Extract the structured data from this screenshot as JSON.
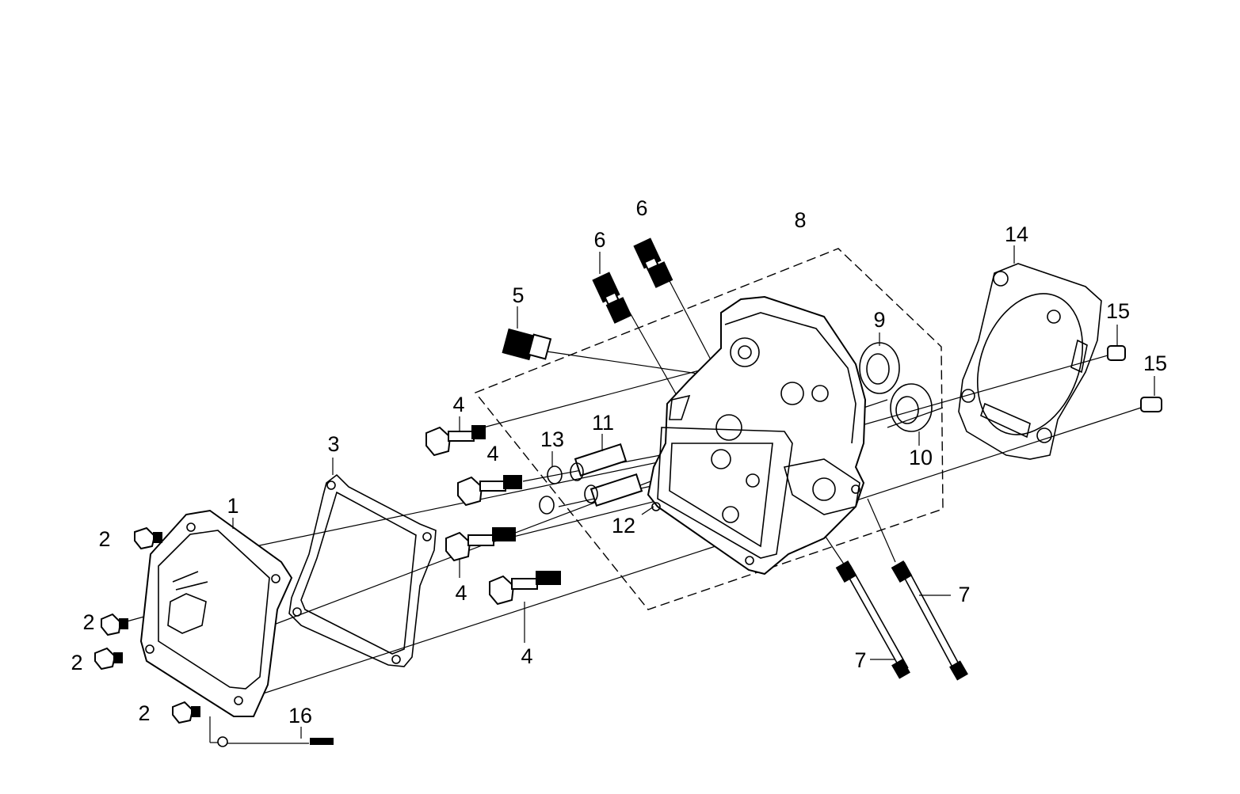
{
  "callouts": [
    {
      "id": "c1",
      "text": "1"
    },
    {
      "id": "c2a",
      "text": "2"
    },
    {
      "id": "c2b",
      "text": "2"
    },
    {
      "id": "c2c",
      "text": "2"
    },
    {
      "id": "c2d",
      "text": "2"
    },
    {
      "id": "c3",
      "text": "3"
    },
    {
      "id": "c4a",
      "text": "4"
    },
    {
      "id": "c4b",
      "text": "4"
    },
    {
      "id": "c4c",
      "text": "4"
    },
    {
      "id": "c4d",
      "text": "4"
    },
    {
      "id": "c5",
      "text": "5"
    },
    {
      "id": "c6a",
      "text": "6"
    },
    {
      "id": "c6b",
      "text": "6"
    },
    {
      "id": "c7a",
      "text": "7"
    },
    {
      "id": "c7b",
      "text": "7"
    },
    {
      "id": "c8",
      "text": "8"
    },
    {
      "id": "c9",
      "text": "9"
    },
    {
      "id": "c10",
      "text": "10"
    },
    {
      "id": "c11",
      "text": "11"
    },
    {
      "id": "c12",
      "text": "12"
    },
    {
      "id": "c13",
      "text": "13"
    },
    {
      "id": "c14",
      "text": "14"
    },
    {
      "id": "c15a",
      "text": "15"
    },
    {
      "id": "c15b",
      "text": "15"
    },
    {
      "id": "c16",
      "text": "16"
    }
  ],
  "colors": {
    "line": "#000000",
    "background": "#ffffff"
  }
}
